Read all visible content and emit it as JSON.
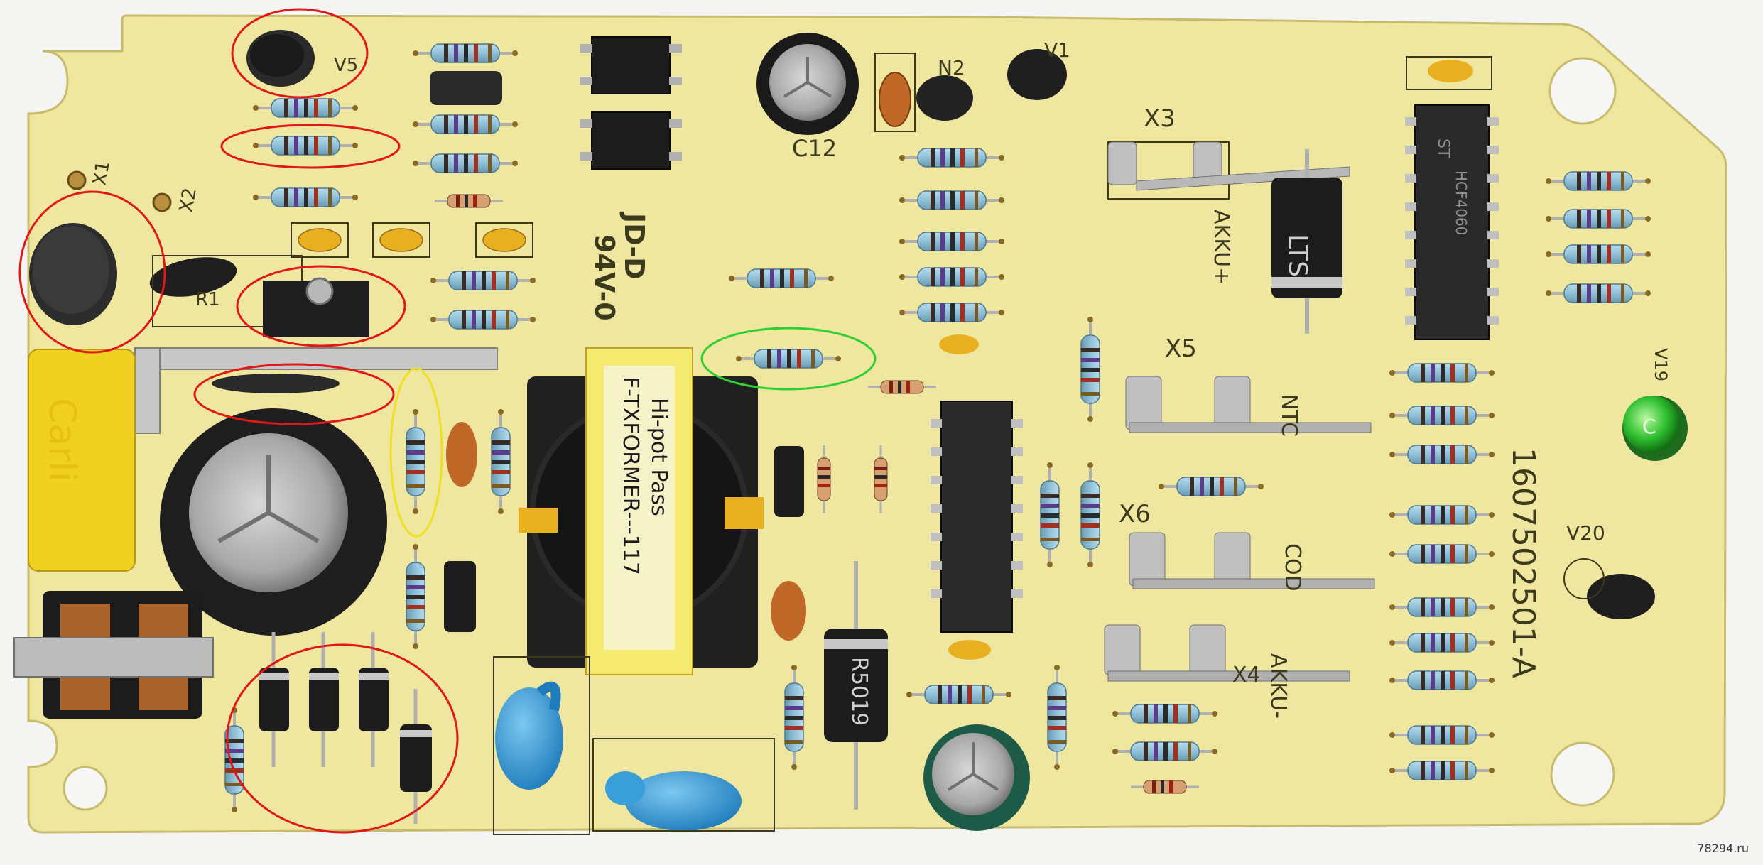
{
  "photo": {
    "subject": "pcb-photo",
    "colors": {
      "background": "#f4f4f2",
      "board": "#efe6a0",
      "annotation_red": "#e01818",
      "annotation_yellow": "#f0e020",
      "annotation_green": "#30d030",
      "resistor_body": "#8fc0d8",
      "cap_blue": "#3a9ed8",
      "led_green": "#30c030"
    }
  },
  "labels": {
    "v5": "V5",
    "x1": "X1",
    "x2": "X2",
    "r1": "R1",
    "n2": "N2",
    "v1": "V1",
    "c12": "C12",
    "ul_mark": "JD-D",
    "rating": "94V-0",
    "x3": "X3",
    "akku_plus": "AKKU+",
    "x5": "X5",
    "ntc": "NTC",
    "x6": "X6",
    "cod": "COD",
    "x4": "X4",
    "akku_minus": "AKKU-",
    "v19": "V19",
    "v20": "V20",
    "board_code": "1607502501-A",
    "transformer_line1": "F-TXFORMER---117",
    "transformer_line2": "Hi-pot Pass",
    "cap_brand": "Carli",
    "ic_top": "ST",
    "ic_mid": "HCF4060",
    "diode_lg": "LTS",
    "diode_r": "R5019",
    "led_mark": "C"
  },
  "watermark": "78294.ru"
}
